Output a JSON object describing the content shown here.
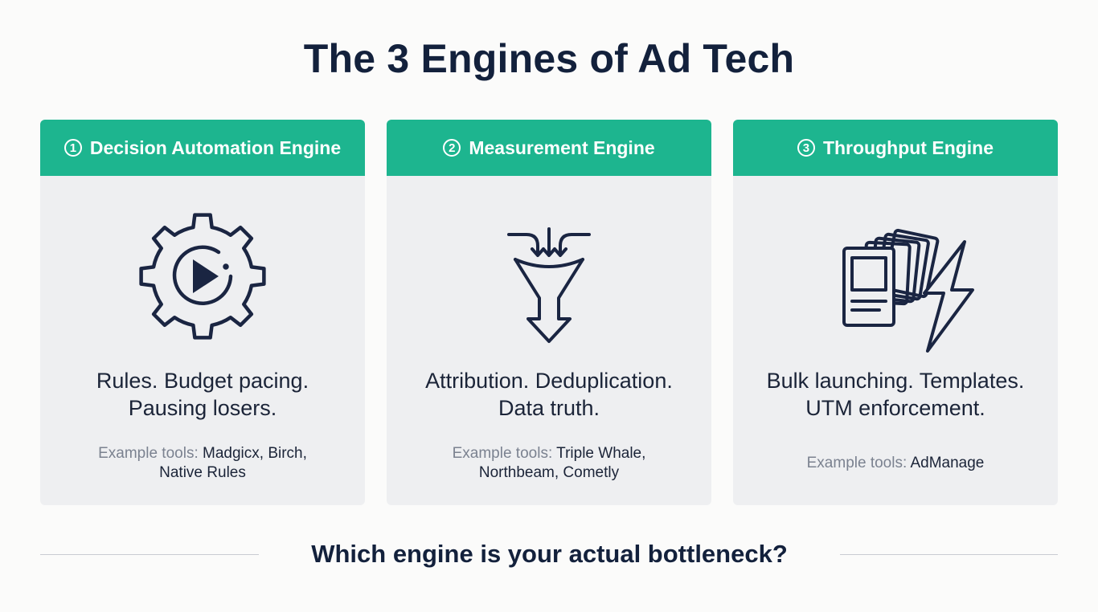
{
  "title": "The 3 Engines of Ad Tech",
  "engines": [
    {
      "number": "1",
      "name": "Decision Automation Engine",
      "icon": "gear-play-icon",
      "description_line1": "Rules. Budget pacing.",
      "description_line2": "Pausing losers.",
      "examples_label": "Example tools: ",
      "examples_line1": "Madgicx, Birch,",
      "examples_line2": "Native Rules"
    },
    {
      "number": "2",
      "name": "Measurement Engine",
      "icon": "funnel-icon",
      "description_line1": "Attribution. Deduplication.",
      "description_line2": "Data truth.",
      "examples_label": "Example tools: ",
      "examples_line1": "Triple Whale,",
      "examples_line2": "Northbeam, Cometly"
    },
    {
      "number": "3",
      "name": "Throughput Engine",
      "icon": "stacked-cards-lightning-icon",
      "description_line1": "Bulk launching. Templates.",
      "description_line2": "UTM enforcement.",
      "examples_label": "Example tools: ",
      "examples_line1": "AdManage",
      "examples_line2": ""
    }
  ],
  "question": "Which engine is your actual bottleneck?",
  "colors": {
    "header_bg": "#1db58f",
    "title_text": "#13213c",
    "card_bg": "#eeeff1",
    "icon_stroke": "#1a2542",
    "muted_text": "#7b8290"
  }
}
